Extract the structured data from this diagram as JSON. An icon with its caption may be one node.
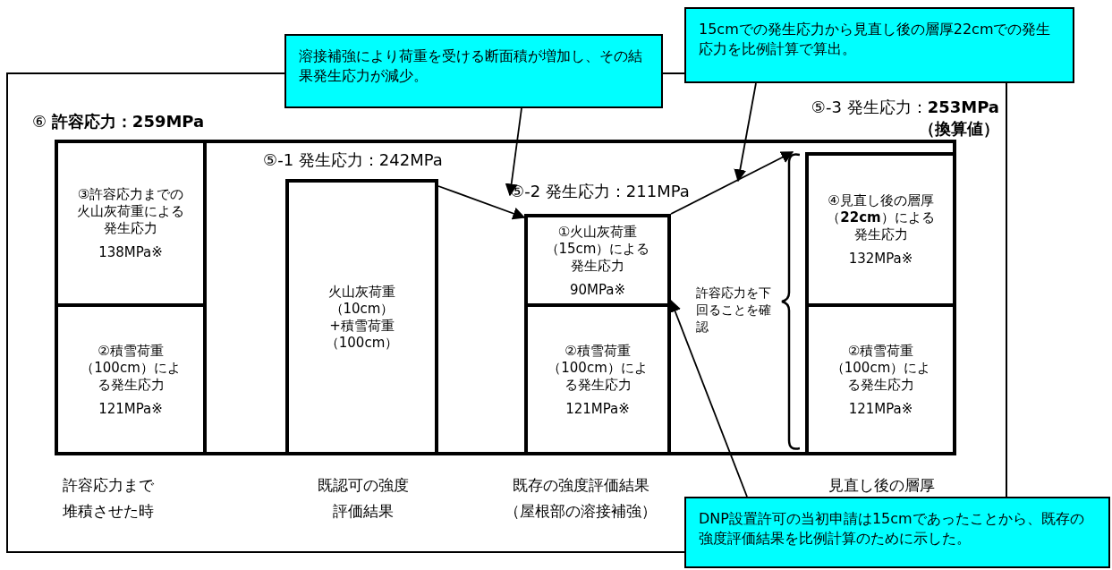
{
  "diagram": {
    "nodes": [
      {
        "text": [
          "溶接補強により荷重を受ける断面積が増加し、その結果発生応力が減少。"
        ]
      },
      {
        "text": [
          "15cmでの発生応力から見直し後の層厚22cmでの発生応力を比例計算で算出。"
        ]
      },
      {
        "text": [
          "⑥ **許容応力：259MPa**"
        ]
      },
      {
        "text": [
          "③許容応力までの火山灰荷重による発生応力",
          "138MPa※"
        ],
        "in": 2
      },
      {
        "text": [
          "②積雪荷重（100cm）による発生応力",
          "121MPa※"
        ],
        "in": 2
      },
      {
        "text": [
          "火山灰荷重（10cm）+積雪荷重（100cm）"
        ],
        "beside": [
          "⑤-1 発生応力：242MPa"
        ],
        "in": 2
      },
      {
        "text": [
          "①火山灰荷重（15cm）による発生応力",
          "90MPa※"
        ],
        "beside": [
          "⑤-2 発生応力：211MPa"
        ],
        "in": 2
      },
      {
        "text": [
          "②積雪荷重（100cm）による発生応力",
          "121MPa※"
        ],
        "in": 2
      },
      {
        "text": [],
        "shape": "brace",
        "beside": [
          "許容応力を下回ることを確認"
        ],
        "in": 2
      },
      {
        "text": [
          "④見直し後の層厚（**22cm**）による発生応力",
          "132MPa※"
        ],
        "beside": [
          "⑤-3 発生応力：**253MPa（換算値）**"
        ],
        "in": 2
      },
      {
        "text": [
          "②積雪荷重（100cm）による発生応力",
          "121MPa※"
        ],
        "in": 2
      },
      {
        "text": [
          "DNP設置許可の当初申請は15cmであったことから、既存の強度評価結果を比例計算のために示した。"
        ]
      }
    ],
    "edges": [
      {
        "from": 5,
        "to": 6,
        "arrow": "to"
      },
      {
        "from": 6,
        "to": 8,
        "arrow": "to"
      },
      {
        "from": 0,
        "to": 6,
        "arrow": "to"
      },
      {
        "from": 1,
        "to": null,
        "arrow": "to"
      },
      {
        "from": 11,
        "to": 6,
        "arrow": "to"
      }
    ],
    "labels": [
      "許容応力まで堆積させた時",
      "既認可の強度評価結果",
      "既存の強度評価結果（屋根部の溶接補強）",
      "見直し後の層厚"
    ]
  }
}
